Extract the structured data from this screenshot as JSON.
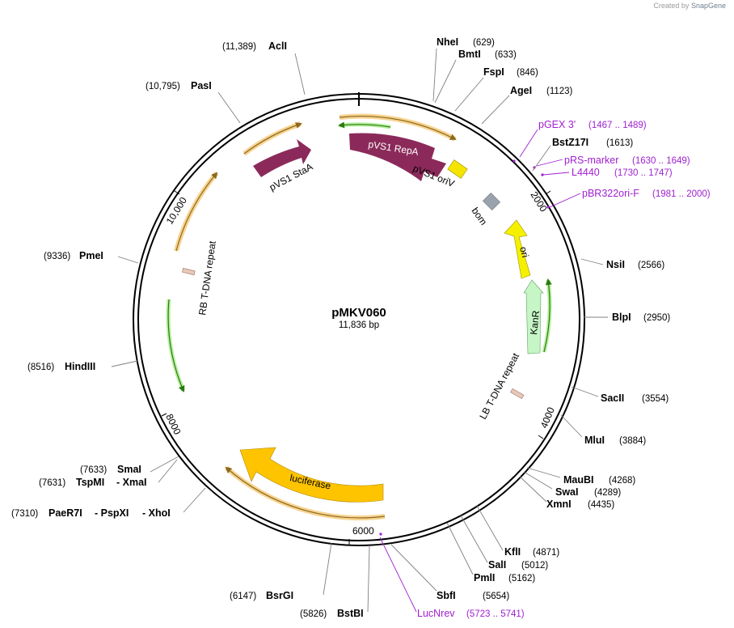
{
  "credit": {
    "prefix": "Created by",
    "brand": "SnapGene"
  },
  "plasmid": {
    "name": "pMKV060",
    "length_label": "11,836 bp"
  },
  "tick_labels": [
    "2000",
    "4000",
    "6000",
    "8000",
    "10,000"
  ],
  "features": [
    {
      "id": "pvs1-repa",
      "label": "pVS1 RepA"
    },
    {
      "id": "pvs1-staa",
      "label": "pVS1 StaA"
    },
    {
      "id": "pvs1-oriv",
      "label": "pVS1 oriV"
    },
    {
      "id": "bom",
      "label": "bom"
    },
    {
      "id": "ori",
      "label": "ori"
    },
    {
      "id": "kanr",
      "label": "KanR"
    },
    {
      "id": "lb-tdna",
      "label": "LB T-DNA repeat"
    },
    {
      "id": "rb-tdna",
      "label": "RB T-DNA repeat"
    },
    {
      "id": "luciferase",
      "label": "luciferase"
    }
  ],
  "enzymes": [
    {
      "id": "acli",
      "name": "AclI",
      "pos": "(11,389)"
    },
    {
      "id": "pasi",
      "name": "PasI",
      "pos": "(10,795)"
    },
    {
      "id": "nhei",
      "name": "NheI",
      "pos": "(629)"
    },
    {
      "id": "bmti",
      "name": "BmtI",
      "pos": "(633)"
    },
    {
      "id": "fspi",
      "name": "FspI",
      "pos": "(846)"
    },
    {
      "id": "agei",
      "name": "AgeI",
      "pos": "(1123)"
    },
    {
      "id": "bstz17i",
      "name": "BstZ17I",
      "pos": "(1613)"
    },
    {
      "id": "nsii",
      "name": "NsiI",
      "pos": "(2566)"
    },
    {
      "id": "blpi",
      "name": "BlpI",
      "pos": "(2950)"
    },
    {
      "id": "sacii",
      "name": "SacII",
      "pos": "(3554)"
    },
    {
      "id": "mlui",
      "name": "MluI",
      "pos": "(3884)"
    },
    {
      "id": "maubi",
      "name": "MauBI",
      "pos": "(4268)"
    },
    {
      "id": "swai",
      "name": "SwaI",
      "pos": "(4289)"
    },
    {
      "id": "xmni",
      "name": "XmnI",
      "pos": "(4435)"
    },
    {
      "id": "kfli",
      "name": "KflI",
      "pos": "(4871)"
    },
    {
      "id": "sali",
      "name": "SalI",
      "pos": "(5012)"
    },
    {
      "id": "pmli",
      "name": "PmlI",
      "pos": "(5162)"
    },
    {
      "id": "sbfi",
      "name": "SbfI",
      "pos": "(5654)"
    },
    {
      "id": "bsrgi",
      "name": "BsrGI",
      "pos": "(6147)"
    },
    {
      "id": "bstbi",
      "name": "BstBI",
      "pos": "(5826)"
    },
    {
      "id": "pmei",
      "name": "PmeI",
      "pos": "(9336)"
    },
    {
      "id": "hindiii",
      "name": "HindIII",
      "pos": "(8516)"
    },
    {
      "id": "smai",
      "name": "SmaI",
      "pos": "(7633)"
    },
    {
      "id": "tspmi",
      "name": "TspMI",
      "pos": "(7631)",
      "extra": "- XmaI"
    },
    {
      "id": "paer7i",
      "name": "PaeR7I",
      "pos": "(7310)",
      "extra": "- PspXI",
      "extra2": "- XhoI"
    }
  ],
  "primers": [
    {
      "id": "pgex3",
      "name": "pGEX 3'",
      "range": "(1467 .. 1489)"
    },
    {
      "id": "prs-marker",
      "name": "pRS-marker",
      "range": "(1630 .. 1649)"
    },
    {
      "id": "l4440",
      "name": "L4440",
      "range": "(1730 .. 1747)"
    },
    {
      "id": "pbr322ori-f",
      "name": "pBR322ori-F",
      "range": "(1981 .. 2000)"
    },
    {
      "id": "lucnrev",
      "name": "LucNrev",
      "range": "(5723 .. 5741)"
    }
  ],
  "colors": {
    "repa": "#8b2a5a",
    "staa": "#8b2a5a",
    "oriv": "#f5e400",
    "bom": "#9aa3ad",
    "ori": "#f5f000",
    "kanr": "#c6f5c6",
    "tdna": "#e8c8b8",
    "luciferase": "#ffc400",
    "primer": "#a020d0",
    "orf_glow": "#f5c060",
    "orf_line": "#b8862a",
    "orf_green": "#44a020"
  }
}
